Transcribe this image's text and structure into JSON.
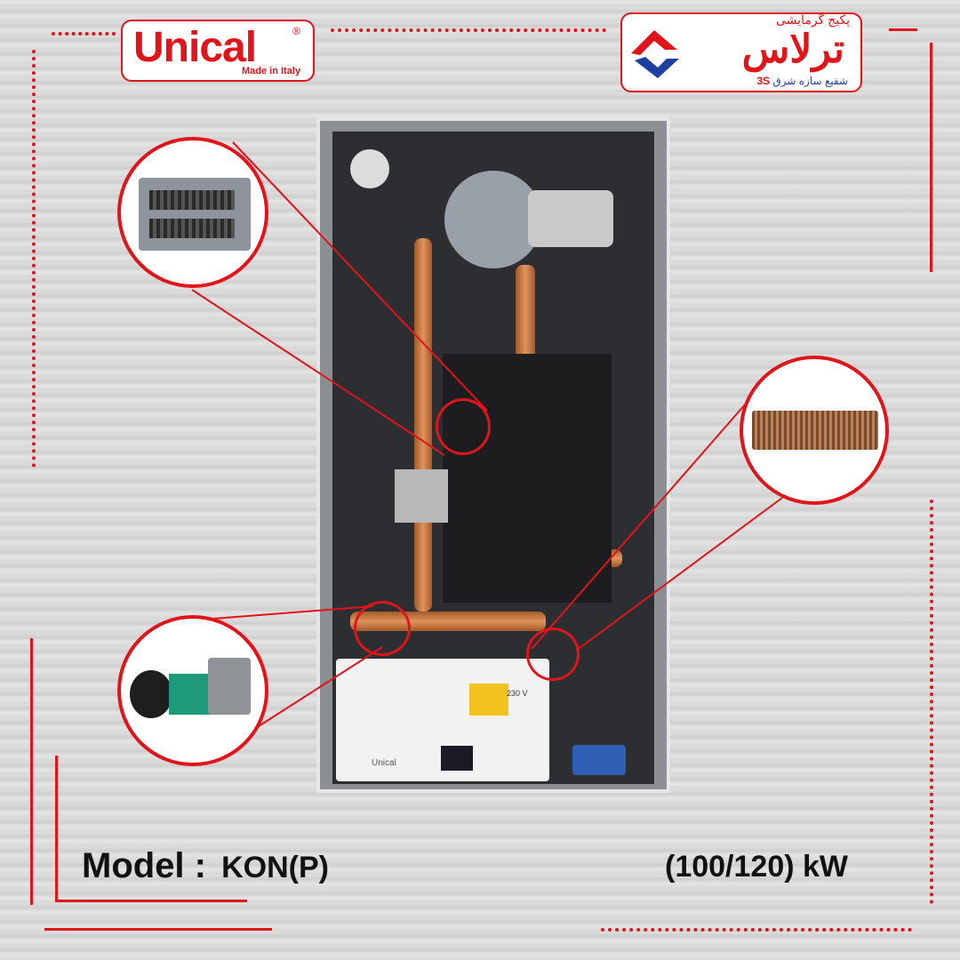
{
  "brand": {
    "name": "Unical",
    "registered_mark": "®",
    "tagline": "Made in Italy"
  },
  "seller": {
    "tagline": "پکیج گرمایشی",
    "name": "ترلاس",
    "subtitle": "شفیع سازه شرق",
    "mark": "3S"
  },
  "panel": {
    "voltage_label": "230 V",
    "panel_brand": "Unical"
  },
  "product": {
    "model_label": "Model :",
    "model_value": "KON(P)",
    "power": "(100/120) kW"
  },
  "colors": {
    "accent": "#e0151b",
    "secondary": "#1f3fa0"
  }
}
